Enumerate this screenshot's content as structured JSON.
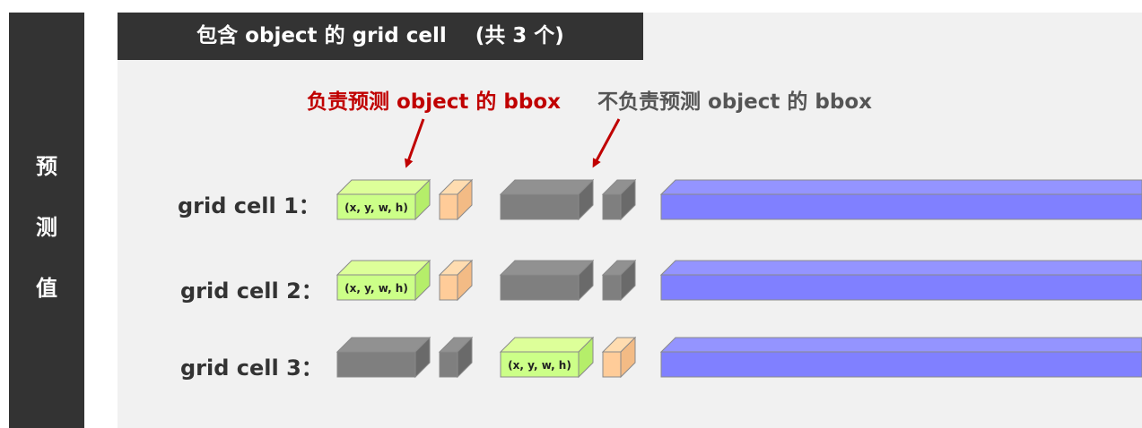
{
  "side_label": [
    "预",
    "测",
    "值"
  ],
  "header": {
    "title": "包含 object 的 grid cell    (共 3 个)"
  },
  "annotations": {
    "responsible": "负责预测 object 的 bbox",
    "not_responsible": "不负责预测 object 的 bbox"
  },
  "rows": [
    {
      "label": "grid cell 1：",
      "bbox_text": "(x, y, w, h)",
      "responsible_slot": 1
    },
    {
      "label": "grid cell 2：",
      "bbox_text": "(x, y, w, h)",
      "responsible_slot": 1
    },
    {
      "label": "grid cell 3：",
      "bbox_text": "(x, y, w, h)",
      "responsible_slot": 2
    }
  ],
  "colors": {
    "dark_panel": "#333333",
    "background": "#f1f1f1",
    "responsible_text": "#c00000",
    "not_responsible_text": "#555555",
    "green_front": "#ccff88",
    "green_top": "#ddff99",
    "green_side": "#b5ee6a",
    "orange_front": "#ffcc99",
    "orange_top": "#ffdcb0",
    "orange_side": "#f3bb85",
    "gray_front": "#7f7f7f",
    "gray_top": "#919191",
    "gray_side": "#6a6a6a",
    "purple_front": "#8080ff",
    "purple_top": "#9494ff"
  }
}
